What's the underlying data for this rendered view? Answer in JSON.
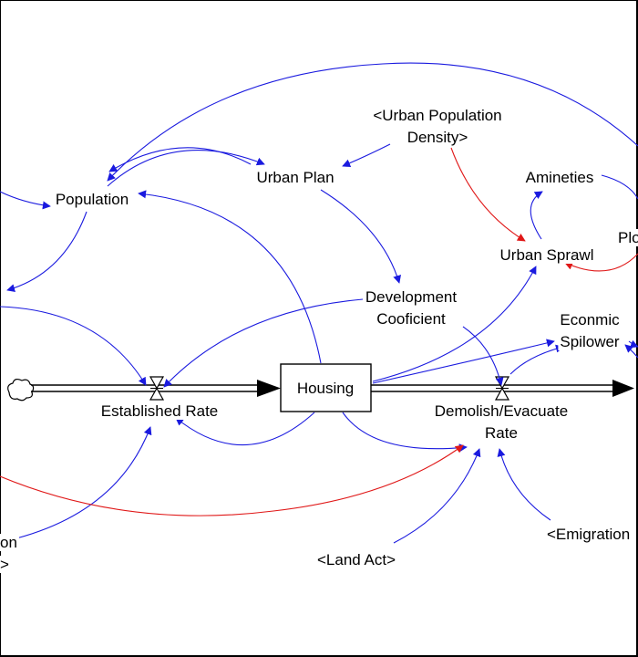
{
  "nodes": {
    "population": "Population",
    "urban_plan": "Urban Plan",
    "urban_pop_density_line1": "<Urban Population",
    "urban_pop_density_line2": "Density>",
    "amineties": "Amineties",
    "urban_sprawl": "Urban Sprawl",
    "plo_partial": "Plo",
    "development_line1": "Development",
    "development_line2": "Cooficient",
    "econmic_line1": "Econmic",
    "econmic_line2": "Spilower",
    "housing": "Housing",
    "established_rate": "Established Rate",
    "demolish_line1": "Demolish/Evacuate",
    "demolish_line2": "Rate",
    "emigration_partial": "<Emigration",
    "land_act": "<Land Act>",
    "left_partial_1": "on",
    "left_partial_2": ">"
  },
  "colors": {
    "link_positive": "#1a1adf",
    "link_negative": "#e01818",
    "stock_border": "#000000",
    "frame": "#000000",
    "background": "#ffffff"
  }
}
